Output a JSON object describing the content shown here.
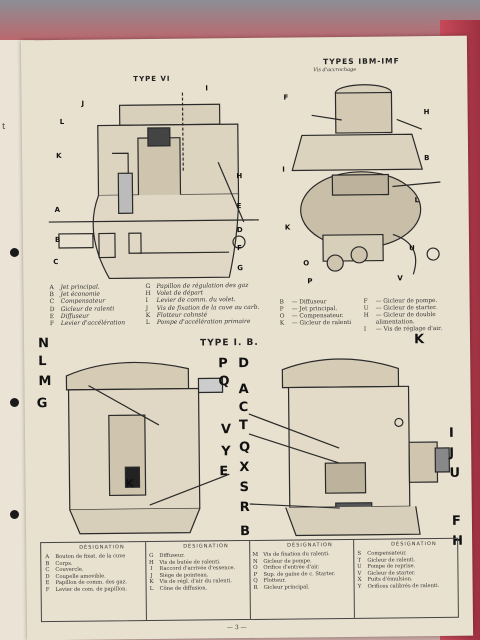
{
  "page": {
    "left_edge_letter": "t",
    "page_number": "— 3 —"
  },
  "type_vi": {
    "title": "TYPE VI",
    "labels": [
      "J",
      "I",
      "L",
      "K",
      "A",
      "B",
      "C",
      "H",
      "E",
      "D",
      "F",
      "G"
    ],
    "legend": [
      {
        "k": "A",
        "t": "Jet principal."
      },
      {
        "k": "B",
        "t": "Jet économie"
      },
      {
        "k": "C",
        "t": "Compensateur"
      },
      {
        "k": "D",
        "t": "Gicleur de ralenti"
      },
      {
        "k": "E",
        "t": "Diffuseur"
      },
      {
        "k": "F",
        "t": "Levier d'accélération"
      },
      {
        "k": "G",
        "t": "Papillon de régulation des gaz"
      },
      {
        "k": "H",
        "t": "Volet de départ"
      },
      {
        "k": "I",
        "t": "Levier de comm. du volet."
      },
      {
        "k": "J",
        "t": "Vis de fixation de la cuve au carb."
      },
      {
        "k": "K",
        "t": "Flotteur cohnsté"
      },
      {
        "k": "L",
        "t": "Pompe d'accélération primaire"
      }
    ]
  },
  "types_ibm": {
    "title": "TYPES IBM-IMF",
    "sub_label": "Vis d'accrochage",
    "labels": [
      "F",
      "H",
      "B",
      "I",
      "K",
      "O",
      "P",
      "U",
      "L",
      "V"
    ],
    "legend": [
      {
        "k": "B",
        "t": "— Diffuseur"
      },
      {
        "k": "P",
        "t": "— Jet principal."
      },
      {
        "k": "O",
        "t": "— Compensateur."
      },
      {
        "k": "K",
        "t": "— Gicleur de ralenti"
      },
      {
        "k": "F",
        "t": "— Gicleur de pompe."
      },
      {
        "k": "U",
        "t": "— Gicleur de starter."
      },
      {
        "k": "H",
        "t": "— Gicleur de double"
      },
      {
        "k": "",
        "t": "alimentation."
      },
      {
        "k": "I",
        "t": "— Vis de réglage d'air."
      }
    ]
  },
  "type_ib": {
    "title": "TYPE I. B.",
    "left_labels": [
      "N",
      "L",
      "M",
      "G",
      "P",
      "Q",
      "V",
      "Y",
      "E",
      "K"
    ],
    "center_labels": [
      "D",
      "A",
      "C",
      "T",
      "Q",
      "X",
      "S",
      "R",
      "B"
    ],
    "right_labels": [
      "K",
      "I",
      "J",
      "U",
      "F",
      "H"
    ]
  },
  "table": {
    "col1": {
      "head": "DÉSIGNATION",
      "letters": [
        "A",
        "B",
        "C",
        "D",
        "E",
        "F"
      ],
      "desc": [
        "Bouton de fixat. de la cuve",
        "Corps.",
        "Couvercle.",
        "Coupelle amovible.",
        "Papillon de comm. des gaz.",
        "Levier de com. de papillon."
      ]
    },
    "col2": {
      "head": "DÉSIGNATION",
      "letters": [
        "G",
        "H",
        "I",
        "J",
        "K",
        "L"
      ],
      "desc": [
        "Diffuseur.",
        "Vis de butée de ralenti.",
        "Raccord d'arrivée d'essence.",
        "Siège de pointeau.",
        "Vis de régl. d'air du ralenti.",
        "Cône de diffusion."
      ]
    },
    "col3": {
      "head": "DÉSIGNATION",
      "letters": [
        "M",
        "N",
        "O",
        "P",
        "Q",
        "R"
      ],
      "desc": [
        "Vis de fixation du ralenti.",
        "Gicleur de pompe.",
        "Orifice d'entrée d'air.",
        "Sup. de gaine de c. Starter.",
        "Flotteur.",
        "Gicleur principal."
      ]
    },
    "col4": {
      "head": "DÉSIGNATION",
      "letters": [
        "S",
        "T",
        "U",
        "V",
        "X",
        "Y"
      ],
      "desc": [
        "Compensateur.",
        "Gicleur de ralenti.",
        "Pompe de reprise.",
        "Gicleur de starter.",
        "Puits d'émulsion.",
        "Orifices calibrés de ralenti."
      ]
    }
  }
}
